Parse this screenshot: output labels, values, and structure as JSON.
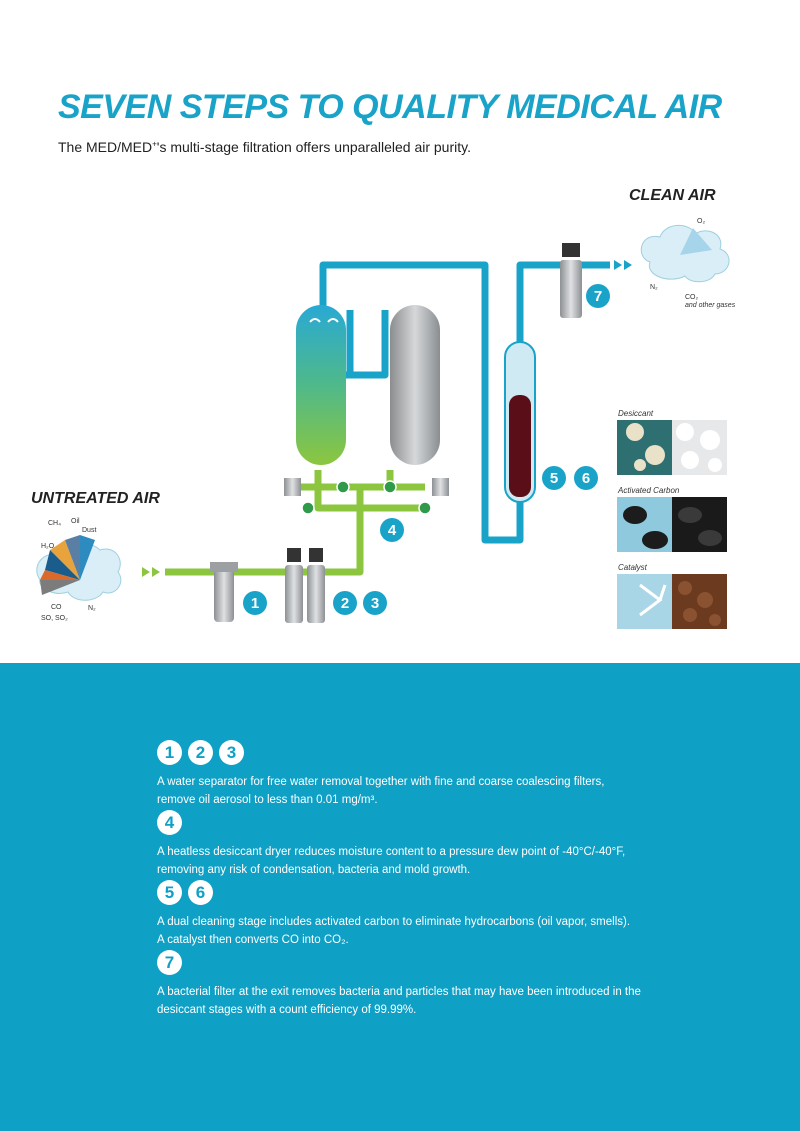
{
  "header": {
    "title": "SEVEN STEPS TO QUALITY MEDICAL AIR",
    "subtitle_pre": "The MED/MED",
    "subtitle_sup": "+",
    "subtitle_post": "'s multi-stage filtration offers unparalleled air purity."
  },
  "diagram": {
    "clean_air_label": "CLEAN AIR",
    "untreated_air_label": "UNTREATED AIR",
    "clean_gases": {
      "o2": "O₂",
      "n2": "N₂",
      "co2": "CO₂",
      "other": "and other gases"
    },
    "untreated_gases": {
      "ch4": "CH₄",
      "oil": "Oil",
      "dust": "Dust",
      "h2o": "H₂O",
      "co": "CO",
      "so": "SO, SO₂",
      "n2": "N₂"
    },
    "badges": {
      "b1": "1",
      "b2": "2",
      "b3": "3",
      "b4": "4",
      "b5": "5",
      "b6": "6",
      "b7": "7"
    },
    "materials": {
      "desiccant": "Desiccant",
      "activated_carbon": "Activated Carbon",
      "catalyst": "Catalyst"
    },
    "colors": {
      "pipe_clean": "#1aa3c8",
      "pipe_untreated": "#8cc63f",
      "badge": "#1aa3c8"
    }
  },
  "steps": [
    {
      "nums": [
        "1",
        "2",
        "3"
      ],
      "line1": "A water separator for free water removal together with fine and coarse coalescing filters,",
      "line2": "remove oil aerosol to less than 0.01 mg/m³."
    },
    {
      "nums": [
        "4"
      ],
      "line1": "A heatless desiccant dryer reduces moisture content to a pressure dew point of -40°C/-40°F,",
      "line2": "removing any risk of condensation, bacteria and mold growth."
    },
    {
      "nums": [
        "5",
        "6"
      ],
      "line1": "A dual cleaning stage includes activated carbon to eliminate hydrocarbons (oil vapor, smells).",
      "line2": "A catalyst then converts CO into CO₂."
    },
    {
      "nums": [
        "7"
      ],
      "line1": "A bacterial filter at the exit removes bacteria and particles that may have been introduced in the",
      "line2": "desiccant stages with a count efficiency of 99.99%."
    }
  ]
}
